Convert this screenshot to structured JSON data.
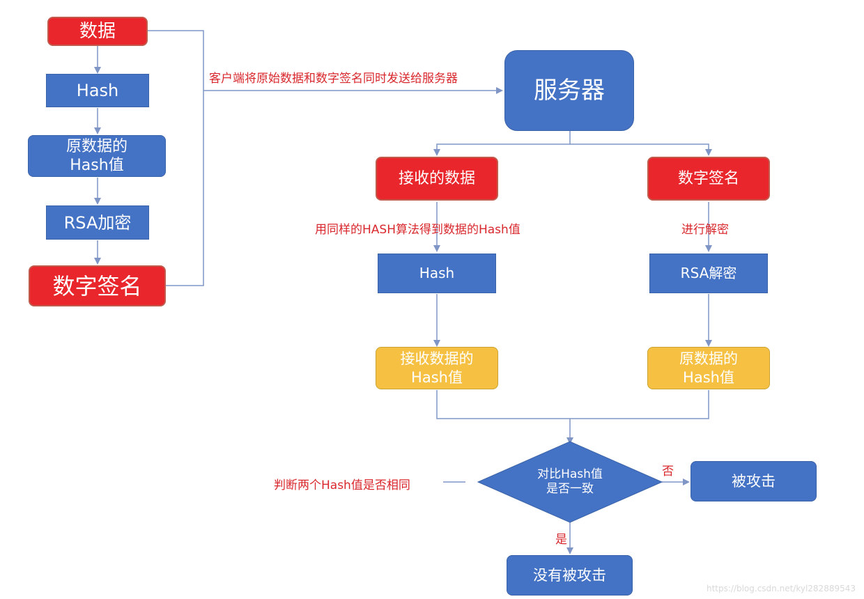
{
  "left": {
    "data": "数据",
    "hash": "Hash",
    "orig_hash": "原数据的\nHash值",
    "rsa_encrypt": "RSA加密",
    "signature": "数字签名"
  },
  "edge_send_label": "客户端将原始数据和数字签名同时发送给服务器",
  "server": "服务器",
  "received_data": "接收的数据",
  "right_signature": "数字签名",
  "edge_hash_label": "用同样的HASH算法得到数据的Hash值",
  "edge_decrypt_label": "进行解密",
  "hash2": "Hash",
  "rsa_decrypt": "RSA解密",
  "received_hash": "接收数据的\nHash值",
  "orig_hash2": "原数据的\nHash值",
  "compare": "对比Hash值\n是否一致",
  "compare_note": "判断两个Hash值是否相同",
  "no_label": "否",
  "yes_label": "是",
  "attacked": "被攻击",
  "not_attacked": "没有被攻击",
  "watermark": "https://blog.csdn.net/kyl282889543",
  "colors": {
    "red": "#e8262b",
    "blue": "#4472c4",
    "yellow": "#f6c143",
    "line": "#7f95c6",
    "label_red": "#d9282d"
  }
}
